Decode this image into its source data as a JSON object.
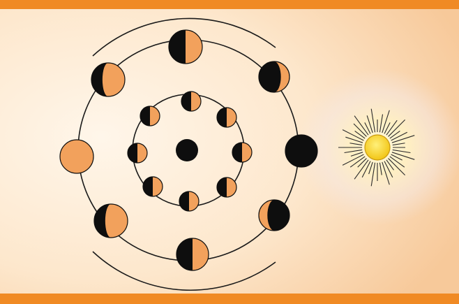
{
  "figure": {
    "subject": "moon-phases-orbit-diagram",
    "colors": {
      "band": "#F08A24",
      "background_light": "#FFF3E4",
      "background_warm": "#F9D2A6",
      "moon_light": "#F2A15C",
      "moon_dark": "#0E0E0E",
      "sun_core": "#F5D21C",
      "sun_glow": "#FFF6C8",
      "line": "#1A1A1A"
    },
    "outer_ring": {
      "phases": [
        "new",
        "waxing-crescent",
        "first-quarter",
        "waxing-gibbous",
        "full",
        "waning-gibbous",
        "last-quarter",
        "waning-crescent"
      ]
    },
    "inner_ring": {
      "phases": [
        "half-lit",
        "half-lit",
        "half-lit",
        "half-lit",
        "half-lit",
        "half-lit",
        "half-lit",
        "half-lit"
      ]
    },
    "center": "earth",
    "light_source": "sun"
  }
}
